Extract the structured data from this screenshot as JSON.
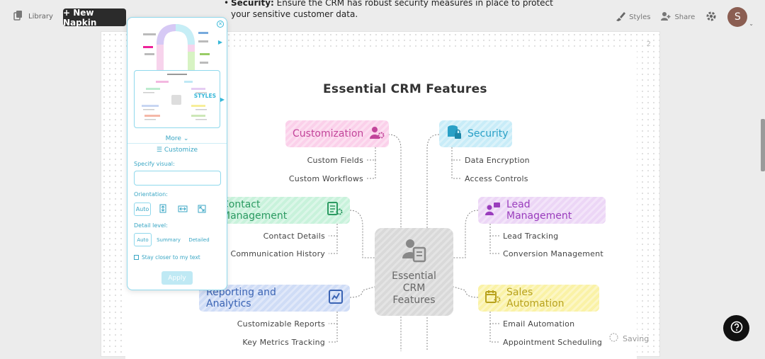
{
  "topbar": {
    "library_label": "Library",
    "new_napkin_label": "+ New Napkin",
    "styles_label": "Styles",
    "share_label": "Share",
    "avatar_initial": "S"
  },
  "document": {
    "bullet_bold": "Security:",
    "bullet_text": " Ensure the CRM has robust security measures in place to protect your sensitive customer data.",
    "page_number": "2"
  },
  "diagram": {
    "title": "Essential CRM Features",
    "center": [
      "Essential",
      "CRM",
      "Features"
    ],
    "nodes": {
      "customization": {
        "label": "Customization",
        "leaves": [
          "Custom Fields",
          "Custom Workflows"
        ],
        "color": "#fbd0ea",
        "text": "#c2459a"
      },
      "security": {
        "label": "Security",
        "leaves": [
          "Data Encryption",
          "Access Controls"
        ],
        "color": "#c8ecf8",
        "text": "#2aa0c6"
      },
      "contact": {
        "label": "Contact Management",
        "leaves": [
          "Contact Details",
          "Communication History"
        ],
        "color": "#c8f2db",
        "text": "#2c9a62"
      },
      "lead": {
        "label": "Lead Management",
        "leaves": [
          "Lead Tracking",
          "Conversion Management"
        ],
        "color": "#ecd6f6",
        "text": "#9a3dbd"
      },
      "reporting": {
        "label": "Reporting and Analytics",
        "leaves": [
          "Customizable Reports",
          "Key Metrics Tracking"
        ],
        "color": "#cfdcf6",
        "text": "#3b64b4"
      },
      "sales": {
        "label": "Sales Automation",
        "leaves": [
          "Email Automation",
          "Appointment Scheduling"
        ],
        "color": "#faf2a6",
        "text": "#b8a21e"
      }
    }
  },
  "panel": {
    "more_label": "More",
    "styles_label": "STYLES",
    "customize_label": "Customize",
    "specify_visual_label": "Specify visual:",
    "specify_visual_value": "",
    "orientation_label": "Orientation:",
    "orientation_options": [
      "Auto"
    ],
    "detail_label": "Detail level:",
    "detail_options": [
      "Auto",
      "Summary",
      "Detailed"
    ],
    "checkbox_label": "Stay closer to my text",
    "apply_label": "Apply"
  },
  "status": {
    "saving_label": "Saving"
  }
}
